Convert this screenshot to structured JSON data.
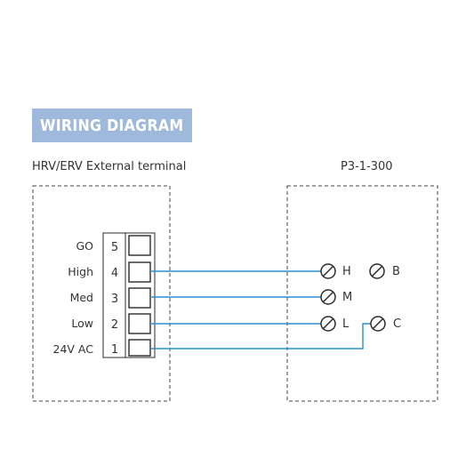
{
  "title": "WIRING DIAGRAM",
  "left_device": {
    "label": "HRV/ERV External terminal",
    "terminals": [
      {
        "number": "5",
        "label": "GO"
      },
      {
        "number": "4",
        "label": "High"
      },
      {
        "number": "3",
        "label": "Med"
      },
      {
        "number": "2",
        "label": "Low"
      },
      {
        "number": "1",
        "label": "24V AC"
      }
    ]
  },
  "right_device": {
    "label": "P3-1-300",
    "terminals": [
      {
        "id": "H"
      },
      {
        "id": "B"
      },
      {
        "id": "M"
      },
      {
        "id": "L"
      },
      {
        "id": "C"
      }
    ]
  },
  "colors": {
    "wire": "#2a8fd4",
    "banner": "#9fb9dc",
    "dashed_border": "#444444",
    "terminal_stroke": "#2b2b2b"
  }
}
